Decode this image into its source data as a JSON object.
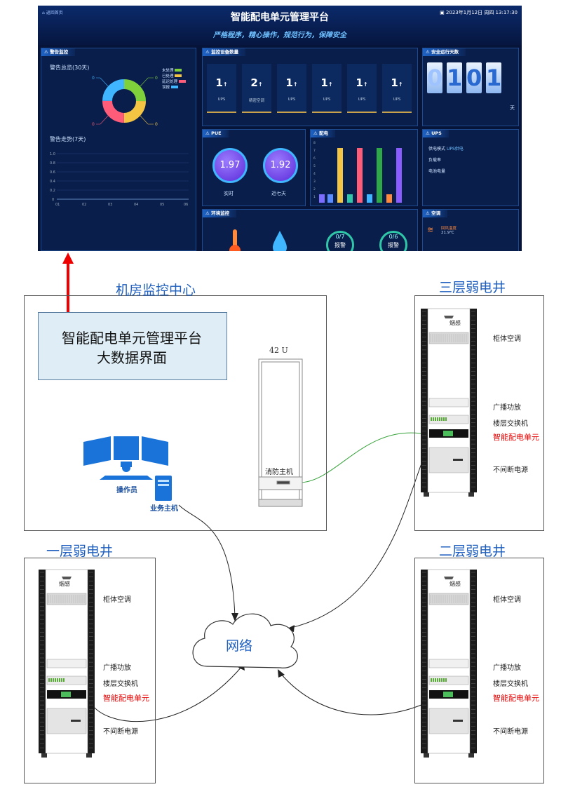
{
  "dashboard": {
    "home": "返回首页",
    "title": "智能配电单元管理平台",
    "subtitle": "严格程序，精心操作，规范行为，保障安全",
    "datetime": "2023年1月12日 周四 13:17:30",
    "alarm_panel": {
      "title": "警告监控",
      "overview": "警告总览(30天)",
      "legend": [
        "未处理",
        "已处理",
        "延迟处理",
        "误报"
      ],
      "legend_colors": [
        "#7fd13b",
        "#f4c542",
        "#ff5c7a",
        "#3fb6ff"
      ],
      "zero": "0",
      "trend": "警告走势(7天)",
      "trend_y": [
        "1.0",
        "0.8",
        "0.6",
        "0.4",
        "0.2",
        "0"
      ],
      "trend_x": [
        "01",
        "02",
        "03",
        "04",
        "05",
        "06"
      ]
    },
    "devices_panel": {
      "title": "监控设备数量",
      "cards": [
        {
          "num": "1",
          "label": "UPS"
        },
        {
          "num": "2",
          "label": "精密空调"
        },
        {
          "num": "1",
          "label": "UPS"
        },
        {
          "num": "1",
          "label": "UPS"
        },
        {
          "num": "1",
          "label": "UPS"
        },
        {
          "num": "1",
          "label": "UPS"
        }
      ],
      "arrow": "↑"
    },
    "safety_panel": {
      "title": "安全运行天数",
      "digits": [
        "0",
        "1",
        "0",
        "1"
      ],
      "unit": "天"
    },
    "pue_panel": {
      "title": "PUE",
      "realtime": "1.97",
      "realtime_label": "实时",
      "week": "1.92",
      "week_label": "近七天"
    },
    "power_panel": {
      "title": "配电",
      "y_ticks": [
        "8",
        "7",
        "6",
        "5",
        "4",
        "3",
        "2",
        "1"
      ]
    },
    "ups_panel": {
      "title": "UPS",
      "mode_label": "供电模式",
      "mode_value": "UPS供电",
      "load": "负载率",
      "battery": "电池电量"
    },
    "env_panel": {
      "title": "环境监控",
      "ring1_value": "0/7",
      "ring1_label": "报警",
      "ring2_value": "0/6",
      "ring2_label": "报警"
    },
    "ac_panel": {
      "title": "空调",
      "return_temp_label": "回风温度",
      "return_temp_value": "21.9℃"
    }
  },
  "diagram": {
    "control_center": "机房监控中心",
    "platform_line1": "智能配电单元管理平台",
    "platform_line2": "大数据界面",
    "operator": "操作员",
    "business_host": "业务主机",
    "cabinet_42u": "42 U",
    "fire_host": "消防主机",
    "network": "网络",
    "shafts": {
      "third": "三层弱电井",
      "first": "一层弱电井",
      "second": "二层弱电井"
    },
    "rack": {
      "smoke": "烟感",
      "cabinet_ac": "柜体空调",
      "broadcast_amp": "广播功放",
      "floor_switch": "楼层交换机",
      "smart_pdu": "智能配电单元",
      "ups": "不间断电源"
    }
  }
}
